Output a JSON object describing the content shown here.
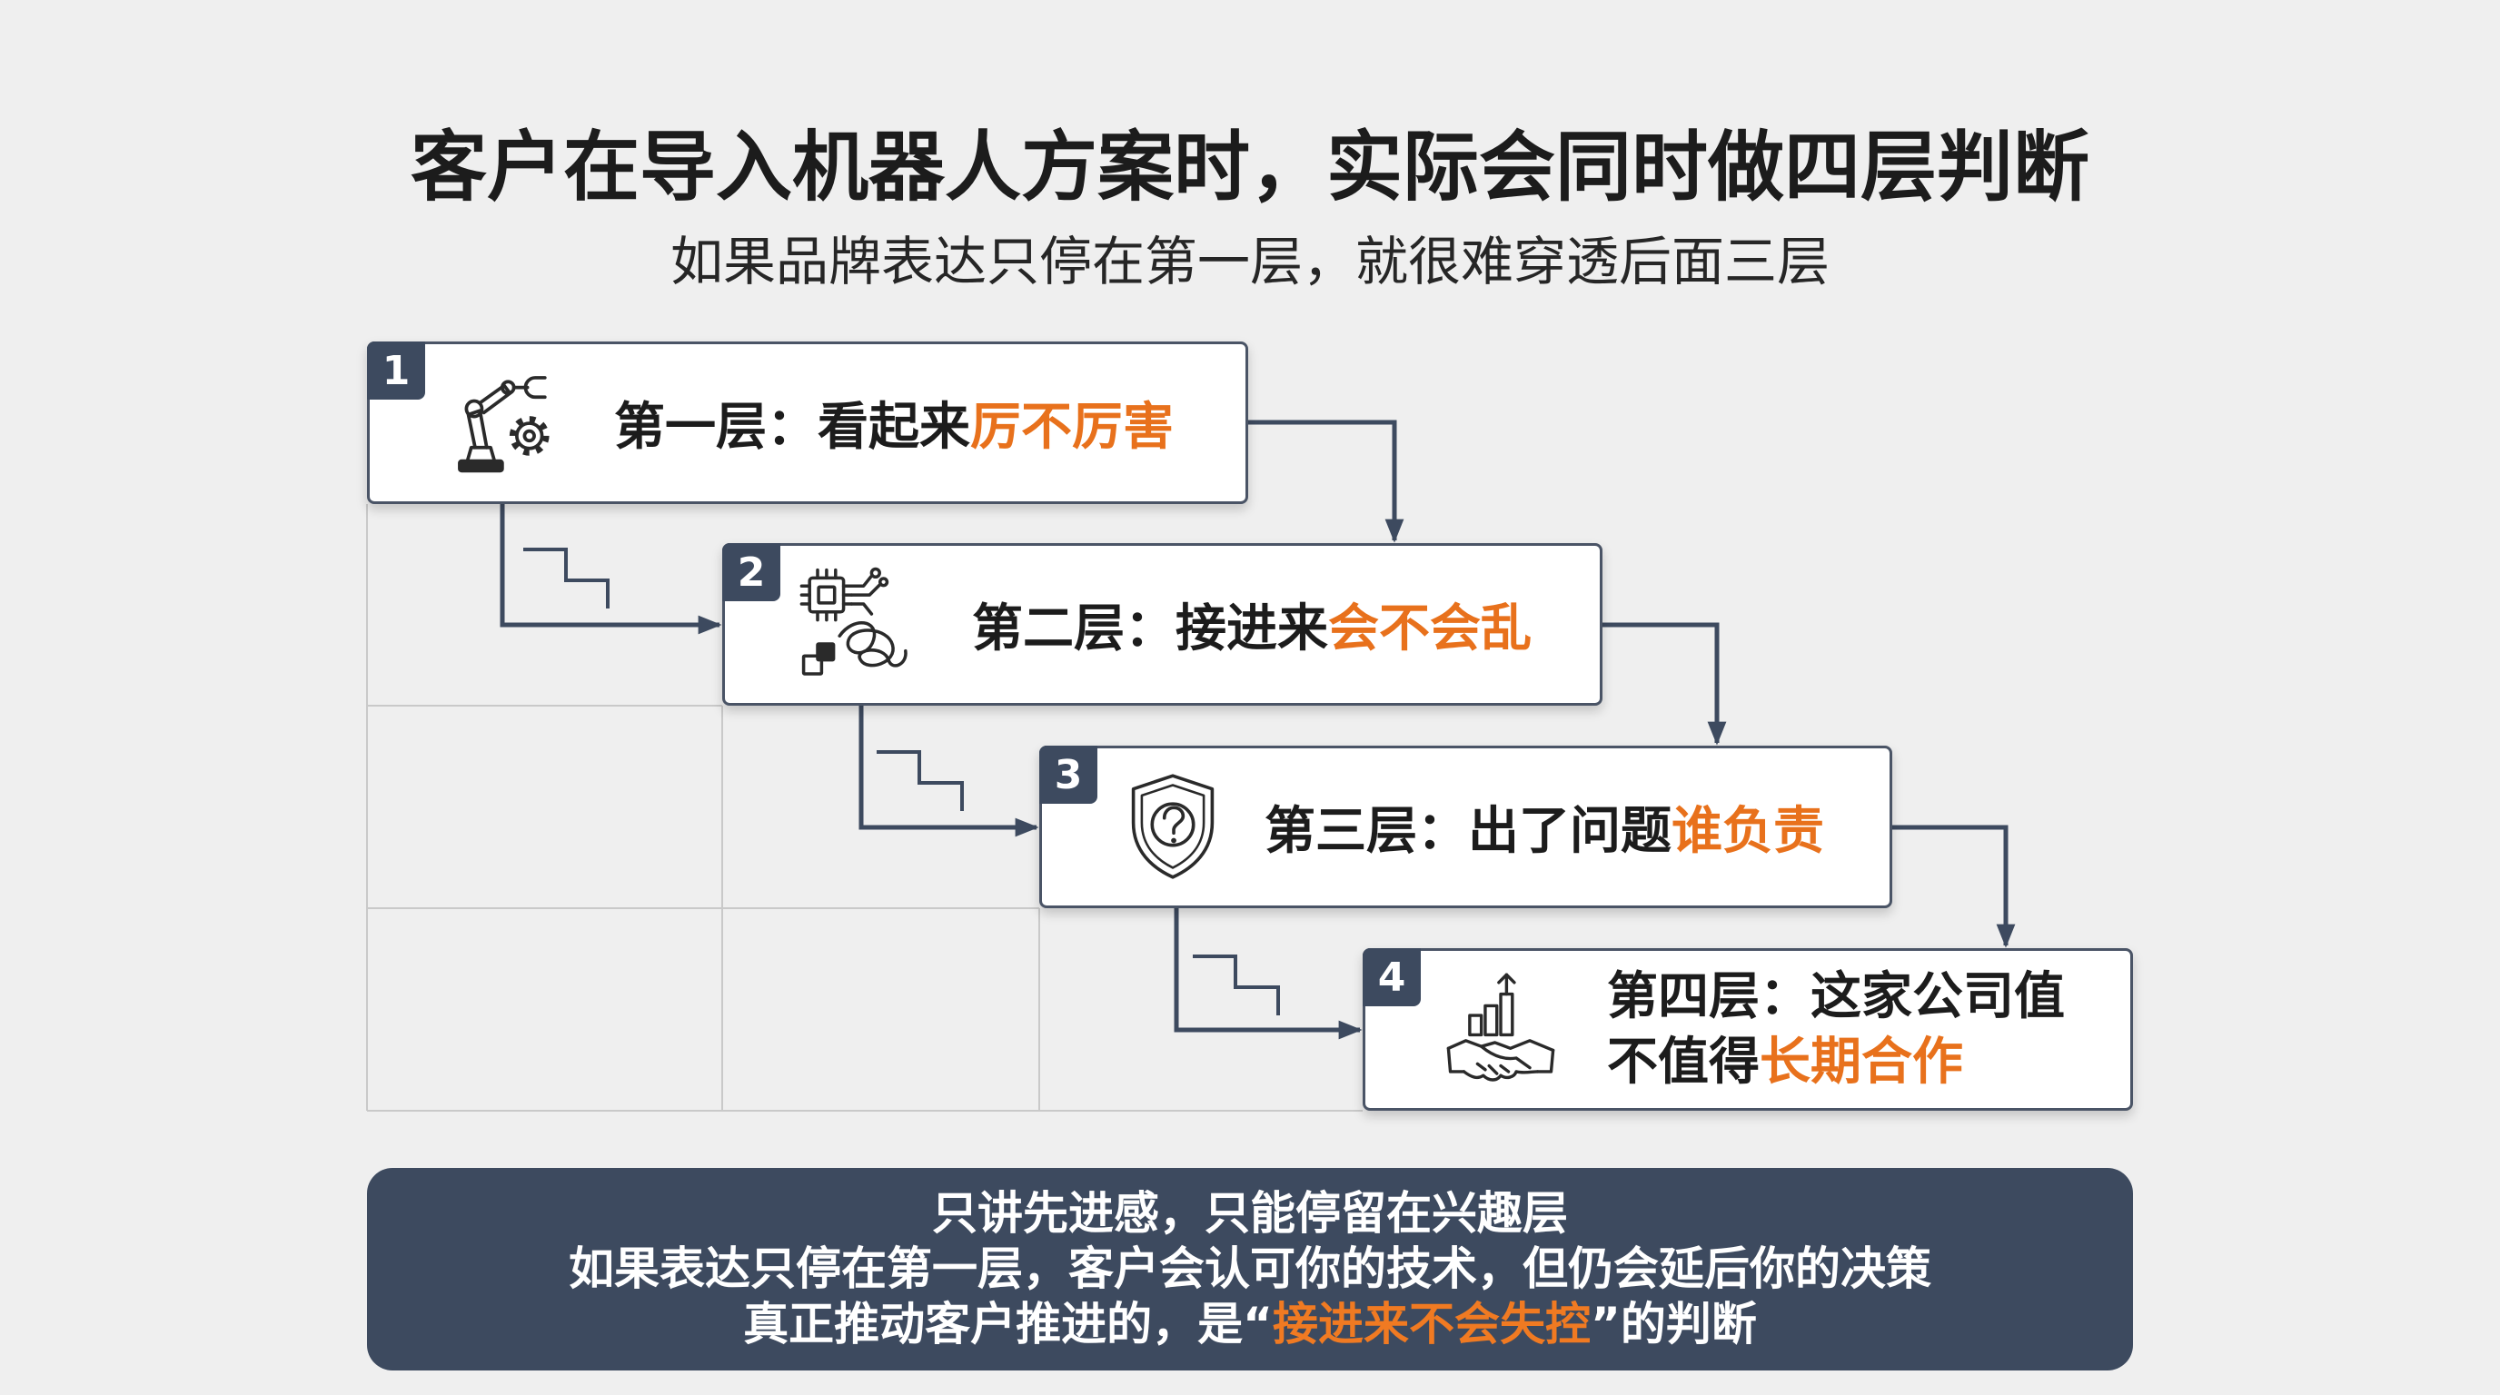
{
  "title": "客户在导入机器人方案时，实际会同时做四层判断",
  "subtitle": "如果品牌表达只停在第一层，就很难穿透后面三层",
  "layers": [
    {
      "number": "1",
      "icon": "robot-arm-icon",
      "label": "第一层：看起来",
      "highlight": "厉不厉害"
    },
    {
      "number": "2",
      "icon": "chip-tangle-icon",
      "label": "第二层：接进来",
      "highlight": "会不会乱"
    },
    {
      "number": "3",
      "icon": "shield-question-icon",
      "label": "第三层：出了问题",
      "highlight": "谁负责"
    },
    {
      "number": "4",
      "icon": "handshake-growth-icon",
      "label_line1": "第四层：这家公司值",
      "label": "不值得",
      "highlight": "长期合作"
    }
  ],
  "summary": {
    "line1": "只讲先进感，只能停留在兴趣层",
    "line2": "如果表达只停在第一层，客户会认可你的技术，但仍会延后你的决策",
    "line3_prefix": "真正推动客户推进的，是“",
    "line3_highlight": "接进来不会失控",
    "line3_suffix": "”的判断"
  },
  "colors": {
    "accent": "#E8711C",
    "navy": "#3D4A5F",
    "background": "#EFEFEF",
    "text": "#1C1C1C"
  }
}
